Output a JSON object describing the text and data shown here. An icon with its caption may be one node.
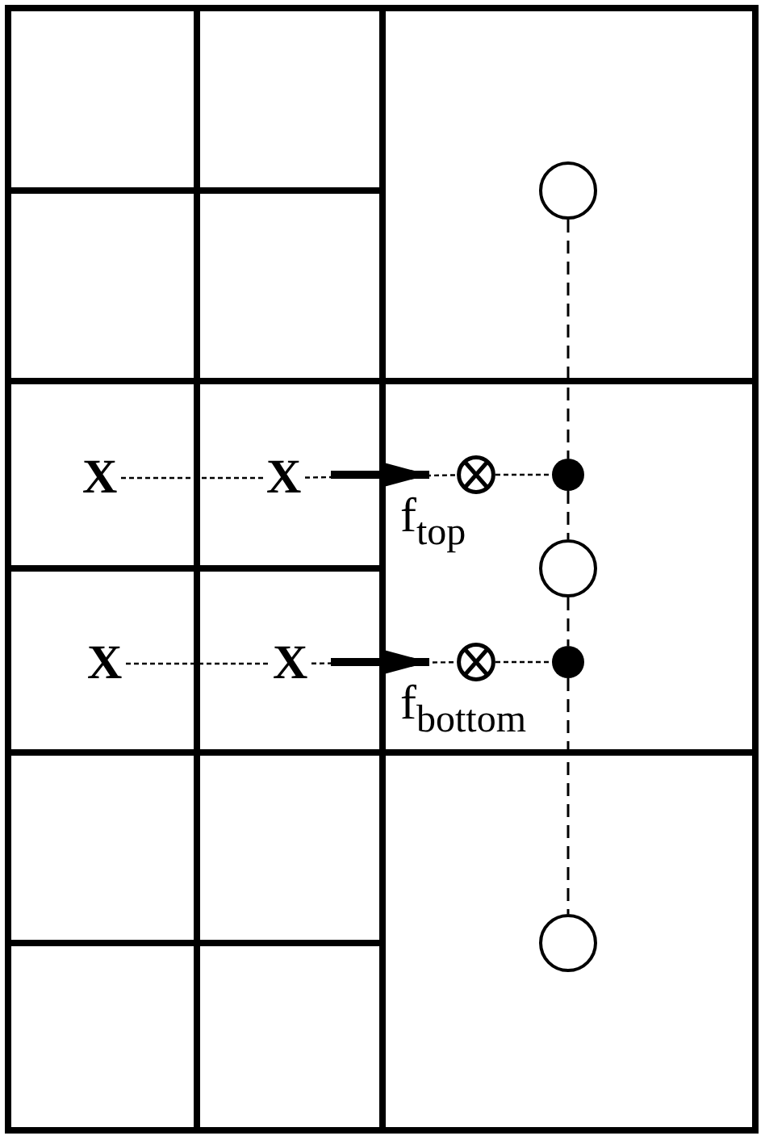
{
  "diagram": {
    "nodes": [
      {
        "text": [],
        "shape": "circle"
      },
      {
        "text": [
          "X"
        ]
      },
      {
        "text": [
          "X"
        ]
      },
      {
        "text": [],
        "shape": "circle"
      },
      {
        "text": [],
        "shape": "circle"
      },
      {
        "text": [],
        "shape": "circle"
      },
      {
        "text": [
          "X"
        ]
      },
      {
        "text": [
          "X"
        ]
      },
      {
        "text": [],
        "shape": "circle"
      },
      {
        "text": [],
        "shape": "circle"
      },
      {
        "text": [],
        "shape": "circle"
      }
    ],
    "edges": [
      {
        "from": 1,
        "to": 2,
        "arrow": "none",
        "style": "dashed"
      },
      {
        "from": 2,
        "to": 3,
        "arrow": "none",
        "style": "dashed"
      },
      {
        "from": 3,
        "to": 4,
        "arrow": "none",
        "style": "dashed"
      },
      {
        "from": 6,
        "to": 7,
        "arrow": "none",
        "style": "dashed"
      },
      {
        "from": 7,
        "to": 8,
        "arrow": "none",
        "style": "dashed"
      },
      {
        "from": 8,
        "to": 9,
        "arrow": "none",
        "style": "dashed"
      },
      {
        "from": 0,
        "to": 4,
        "arrow": "none",
        "style": "dashed"
      },
      {
        "from": 4,
        "to": 5,
        "arrow": "none",
        "style": "dashed"
      },
      {
        "from": 5,
        "to": 9,
        "arrow": "none",
        "style": "dashed"
      },
      {
        "from": 9,
        "to": 10,
        "arrow": "none",
        "style": "dashed"
      }
    ],
    "labels": [
      "f$_{top}$",
      "f$_{bottom}$"
    ]
  }
}
